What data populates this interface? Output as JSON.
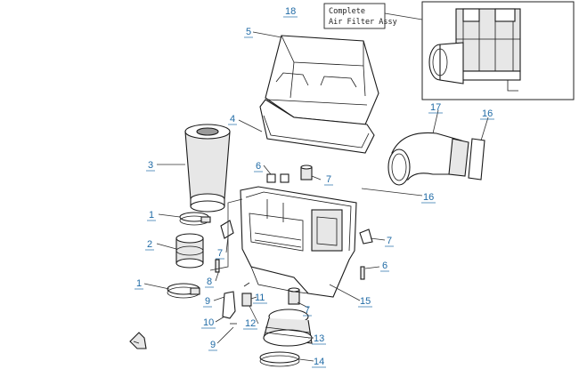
{
  "diagram": {
    "box_label": [
      "Complete",
      "Air Filter Assy"
    ],
    "callouts": [
      "18",
      "5",
      "4",
      "3",
      "6",
      "7",
      "1",
      "2",
      "7",
      "16",
      "17",
      "16",
      "7",
      "6",
      "8",
      "1",
      "9",
      "11",
      "10",
      "12",
      "7",
      "15",
      "9",
      "13",
      "14"
    ]
  }
}
